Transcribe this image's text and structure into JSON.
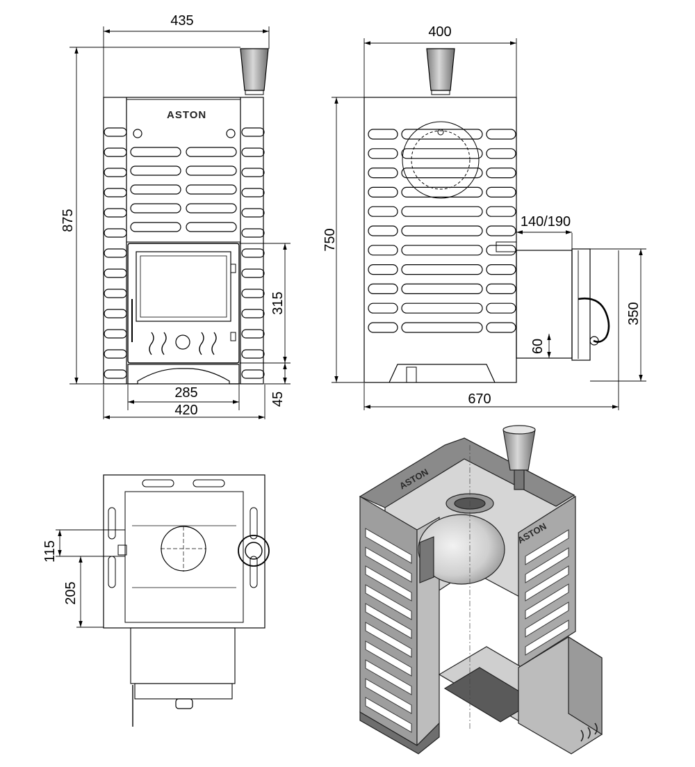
{
  "brand": "ASTON",
  "dimensions": {
    "front_width": "435",
    "front_height": "875",
    "door_height": "315",
    "door_width": "285",
    "base_width": "420",
    "base_height": "45",
    "side_width": "400",
    "side_height": "750",
    "tank_depth": "140/190",
    "tank_height": "350",
    "tank_offset": "60",
    "total_depth": "670",
    "top_offset_1": "115",
    "top_offset_2": "205"
  }
}
